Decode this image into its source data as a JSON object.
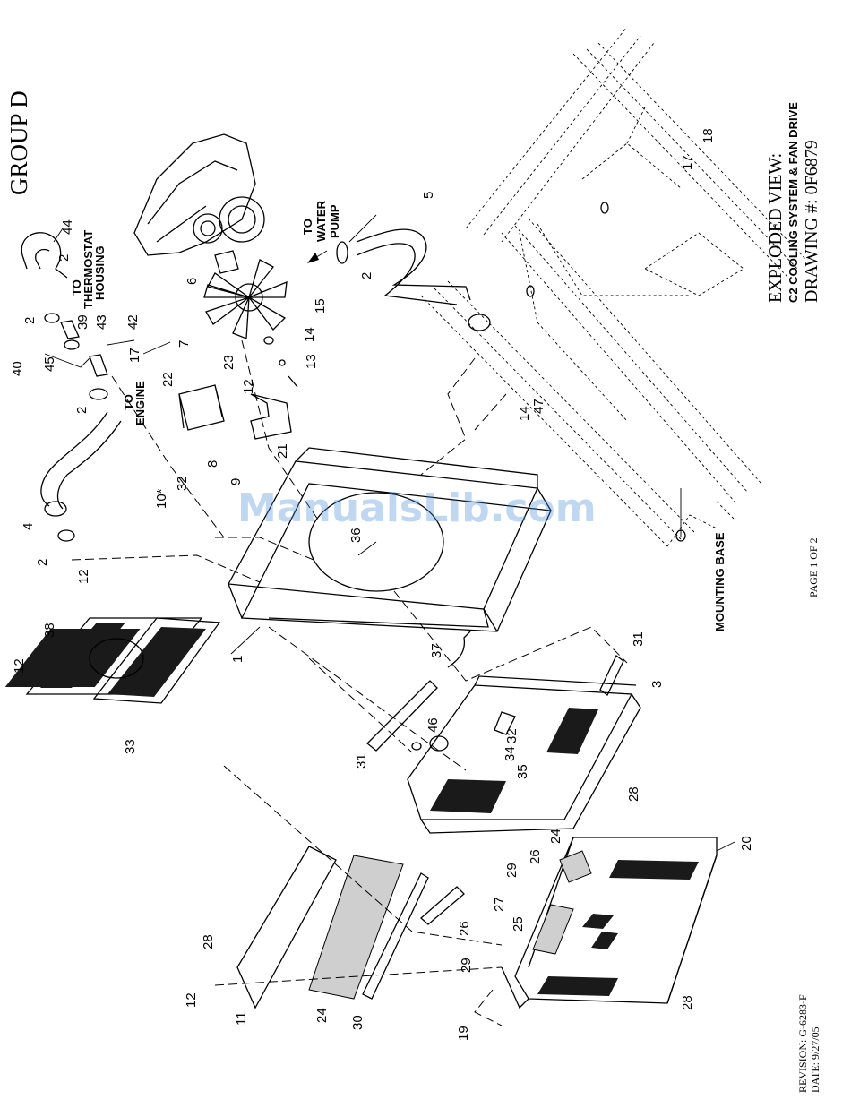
{
  "title": {
    "group": "GROUP D",
    "view": "EXPLODED VIEW:",
    "subtitle": "C2 COOLING SYSTEM & FAN DRIVE",
    "drawing": "DRAWING #: 0F6879"
  },
  "footer": {
    "page": "PAGE 1 OF 2",
    "revision": "REVISION: G-6283-F",
    "date": "DATE:  9/27/05"
  },
  "notes": {
    "thermostat": [
      "TO",
      "THERMOSTAT",
      "HOUSING"
    ],
    "water_pump": [
      "TO",
      "WATER",
      "PUMP"
    ],
    "engine": [
      "TO",
      "ENGINE"
    ],
    "mounting_base": "MOUNTING BASE"
  },
  "watermark": "ManualsLib.com",
  "callouts": [
    "44",
    "2",
    "2",
    "39",
    "43",
    "42",
    "40",
    "45",
    "17",
    "2",
    "6",
    "7",
    "15",
    "14",
    "13",
    "23",
    "22",
    "12",
    "21",
    "2",
    "5",
    "18",
    "17",
    "10*",
    "32",
    "8",
    "9",
    "4",
    "2",
    "12",
    "38",
    "12",
    "33",
    "1",
    "36",
    "37",
    "31",
    "46",
    "31",
    "3",
    "32",
    "34",
    "35",
    "14",
    "47",
    "28",
    "20",
    "24",
    "26",
    "29",
    "27",
    "25",
    "28",
    "11",
    "12",
    "28",
    "24",
    "30",
    "26",
    "29",
    "19"
  ]
}
